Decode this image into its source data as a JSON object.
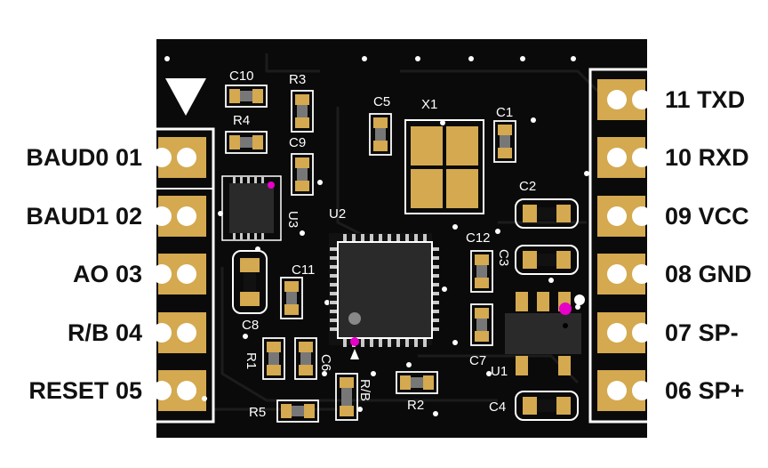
{
  "board": {
    "colors": {
      "pcb": "#0a0a0a",
      "pad": "#d4a94f",
      "silk": "#ffffff",
      "chip": "#2a2a2a",
      "marker": "#e600c8"
    },
    "left_pins": [
      {
        "name": "BAUD0",
        "num": "01"
      },
      {
        "name": "BAUD1",
        "num": "02"
      },
      {
        "name": "AO",
        "num": "03"
      },
      {
        "name": "R/B",
        "num": "04"
      },
      {
        "name": "RESET",
        "num": "05"
      }
    ],
    "right_pins": [
      {
        "num": "11",
        "name": "TXD"
      },
      {
        "num": "10",
        "name": "RXD"
      },
      {
        "num": "09",
        "name": "VCC"
      },
      {
        "num": "08",
        "name": "GND"
      },
      {
        "num": "07",
        "name": "SP-"
      },
      {
        "num": "06",
        "name": "SP+"
      }
    ],
    "silk_labels": {
      "c10": "C10",
      "r3": "R3",
      "r4": "R4",
      "c9": "C9",
      "u3": "U3",
      "c5": "C5",
      "x1": "X1",
      "c1": "C1",
      "u2": "U2",
      "c2": "C2",
      "c12": "C12",
      "c3": "C3",
      "c11": "C11",
      "c8": "C8",
      "r1": "R1",
      "c6": "C6",
      "rb": "R/B",
      "r2": "R2",
      "r5": "R5",
      "c7": "C7",
      "u1": "U1",
      "c4": "C4"
    }
  }
}
